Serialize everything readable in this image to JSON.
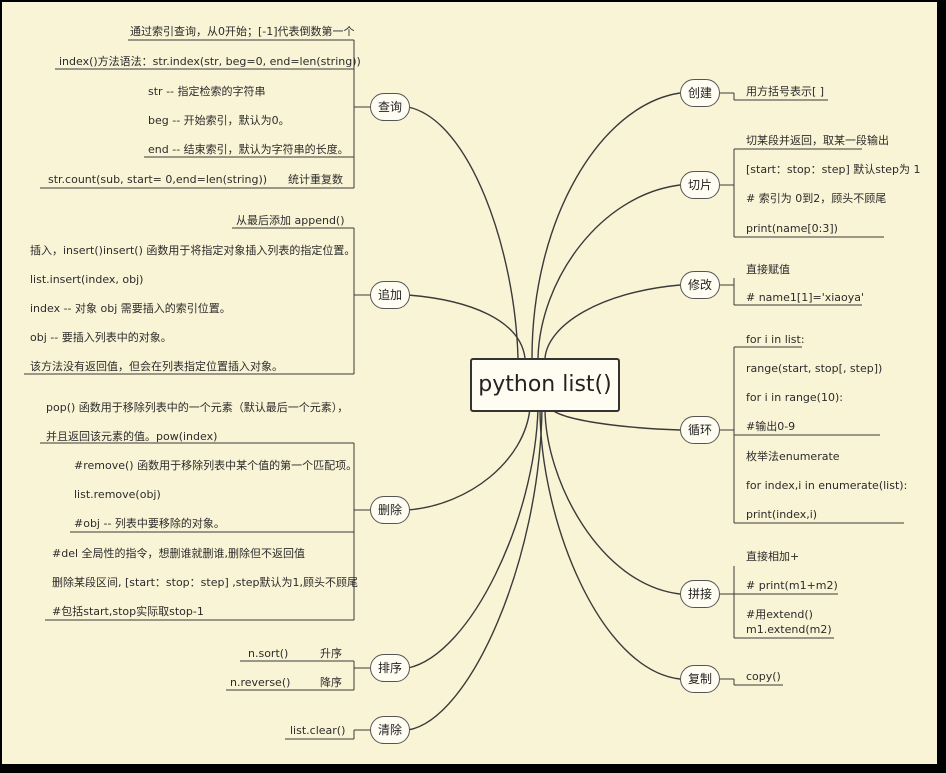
{
  "root": {
    "label": "python list()"
  },
  "branches": {
    "query": {
      "label": "查询",
      "items": [
        "通过索引查询，从0开始；[-1]代表倒数第一个",
        "index()方法语法：str.index(str, beg=0, end=len(string))",
        "str -- 指定检索的字符串",
        "beg -- 开始索引，默认为0。",
        "end -- 结束索引，默认为字符串的长度。",
        "str.count(sub, start= 0,end=len(string))",
        "统计重复数"
      ]
    },
    "append": {
      "label": "追加",
      "items": [
        "从最后添加 append()",
        "插入，insert()insert() 函数用于将指定对象插入列表的指定位置。",
        "list.insert(index, obj)",
        "index -- 对象 obj 需要插入的索引位置。",
        "obj -- 要插入列表中的对象。",
        "该方法没有返回值，但会在列表指定位置插入对象。"
      ]
    },
    "delete": {
      "label": "删除",
      "items": [
        "pop() 函数用于移除列表中的一个元素（默认最后一个元素），",
        "并且返回该元素的值。pow(index)",
        "#remove() 函数用于移除列表中某个值的第一个匹配项。",
        "list.remove(obj)",
        "#obj -- 列表中要移除的对象。",
        "#del 全局性的指令，想删谁就删谁,删除但不返回值",
        "删除某段区间, [start：stop：step] ,step默认为1,顾头不顾尾",
        "#包括start,stop实际取stop-1"
      ]
    },
    "sort": {
      "label": "排序",
      "items": [
        "n.sort()",
        "升序",
        "n.reverse()",
        "降序"
      ]
    },
    "clear": {
      "label": "清除",
      "items": [
        "list.clear()"
      ]
    },
    "create": {
      "label": "创建",
      "items": [
        "用方括号表示[ ]"
      ]
    },
    "slice": {
      "label": "切片",
      "items": [
        "切某段并返回，取某一段输出",
        "[start：stop：step] 默认step为 1",
        "# 索引为 0到2，顾头不顾尾",
        "print(name[0:3])"
      ]
    },
    "modify": {
      "label": "修改",
      "items": [
        "直接赋值",
        "# name1[1]='xiaoya'"
      ]
    },
    "loop": {
      "label": "循环",
      "items": [
        "for i in list:",
        "range(start, stop[, step])",
        "for i in range(10):",
        "#输出0-9",
        "枚举法enumerate",
        "for index,i in enumerate(list):",
        "print(index,i)"
      ]
    },
    "concat": {
      "label": "拼接",
      "items": [
        "直接相加+",
        "# print(m1+m2)",
        "#用extend()",
        "m1.extend(m2)"
      ]
    },
    "copy": {
      "label": "复制",
      "items": [
        "copy()"
      ]
    }
  }
}
